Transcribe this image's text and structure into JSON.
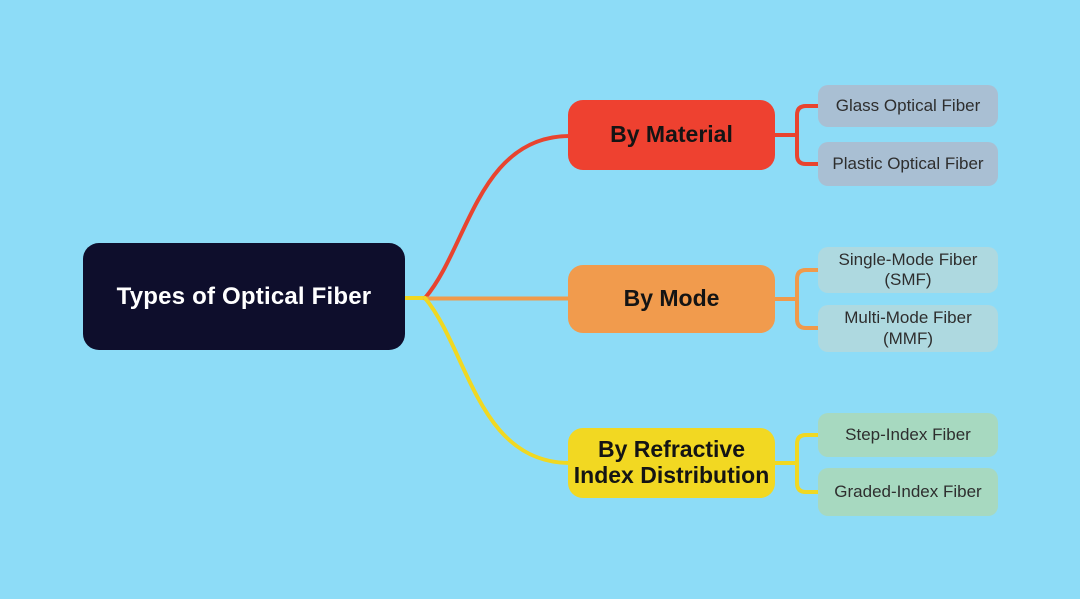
{
  "diagram": {
    "title": "Types of Optical Fiber mind map",
    "colors": {
      "background": "#8ddcf7",
      "root_bg": "#0e0e2c",
      "root_text": "#ffffff",
      "branch_text": "#141414",
      "leaf_text": "#2e2e2e"
    },
    "root": {
      "label": "Types of Optical Fiber",
      "bg": "#0e0e2c"
    },
    "branches": [
      {
        "label": "By Material",
        "color": "#e8442f",
        "bg": "#ee4130",
        "children": [
          {
            "label": "Glass Optical Fiber",
            "bg": "#a9bfd3"
          },
          {
            "label": "Plastic Optical Fiber",
            "bg": "#a9bfd3"
          }
        ]
      },
      {
        "label": "By Mode",
        "color": "#f09a4b",
        "bg": "#f19b4d",
        "children": [
          {
            "label": "Single-Mode Fiber\n(SMF)",
            "bg": "#aed9e0"
          },
          {
            "label": "Multi-Mode Fiber\n(MMF)",
            "bg": "#aed9e0"
          }
        ]
      },
      {
        "label": "By Refractive\nIndex Distribution",
        "color": "#f0d822",
        "bg": "#f2d822",
        "children": [
          {
            "label": "Step-Index Fiber",
            "bg": "#a7d9c0"
          },
          {
            "label": "Graded-Index Fiber",
            "bg": "#a7d9c0"
          }
        ]
      }
    ]
  }
}
